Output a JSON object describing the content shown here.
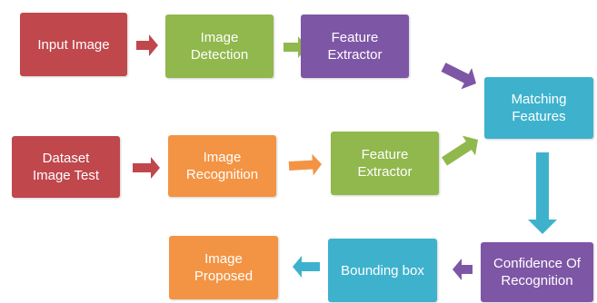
{
  "colors": {
    "red": "#c0474c",
    "green": "#90b84c",
    "purple": "#7e56a6",
    "teal": "#3eb2cd",
    "orange": "#f39444"
  },
  "nodes": {
    "input_image": {
      "label": "Input Image",
      "color": "red"
    },
    "image_detection": {
      "label": "Image\nDetection",
      "color": "green"
    },
    "feature_extractor_top": {
      "label": "Feature\nExtractor",
      "color": "purple"
    },
    "matching_features": {
      "label": "Matching\nFeatures",
      "color": "teal"
    },
    "dataset_image_test": {
      "label": "Dataset\nImage Test",
      "color": "red"
    },
    "image_recognition": {
      "label": "Image\nRecognition",
      "color": "orange"
    },
    "feature_extractor_bottom": {
      "label": "Feature\nExtractor",
      "color": "green"
    },
    "confidence_of_recognition": {
      "label": "Confidence Of\nRecognition",
      "color": "purple"
    },
    "bounding_box": {
      "label": "Bounding box",
      "color": "teal"
    },
    "image_proposed": {
      "label": "Image\nProposed",
      "color": "orange"
    }
  },
  "edges": [
    {
      "from": "input_image",
      "to": "image_detection",
      "color": "red"
    },
    {
      "from": "image_detection",
      "to": "feature_extractor_top",
      "color": "green"
    },
    {
      "from": "feature_extractor_top",
      "to": "matching_features",
      "color": "purple"
    },
    {
      "from": "dataset_image_test",
      "to": "image_recognition",
      "color": "red"
    },
    {
      "from": "image_recognition",
      "to": "feature_extractor_bottom",
      "color": "orange"
    },
    {
      "from": "feature_extractor_bottom",
      "to": "matching_features",
      "color": "green"
    },
    {
      "from": "matching_features",
      "to": "confidence_of_recognition",
      "color": "teal"
    },
    {
      "from": "confidence_of_recognition",
      "to": "bounding_box",
      "color": "purple"
    },
    {
      "from": "bounding_box",
      "to": "image_proposed",
      "color": "teal"
    }
  ]
}
